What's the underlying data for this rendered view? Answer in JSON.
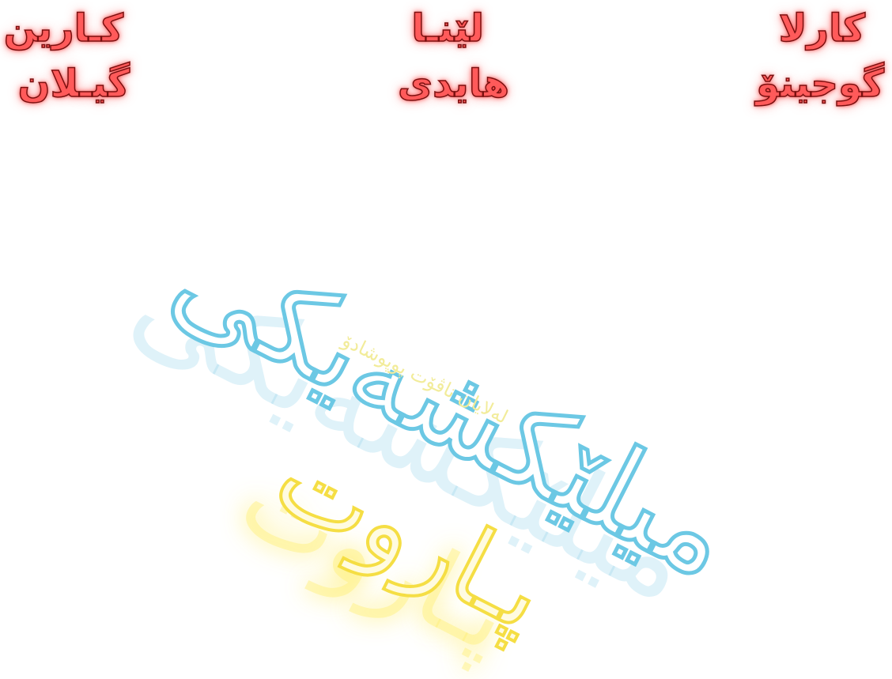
{
  "cast": [
    "كارلا",
    "گوجینۆ",
    "لێنـا",
    "هایدی",
    "کـارین",
    "گیـلان"
  ],
  "title": "میلێکشەیکی",
  "byline": "لەلایان ناڤۆت پوپوشادۆ",
  "subtitle": "پـاروت",
  "colors": {
    "cast_fill": "#ff5a5a",
    "cast_glow": "#ff2828",
    "title_outline": "#6cc8e4",
    "title_shadow": "#8cd2eb",
    "byline": "#f2ec9a",
    "subtitle_outline": "#f5de44"
  }
}
